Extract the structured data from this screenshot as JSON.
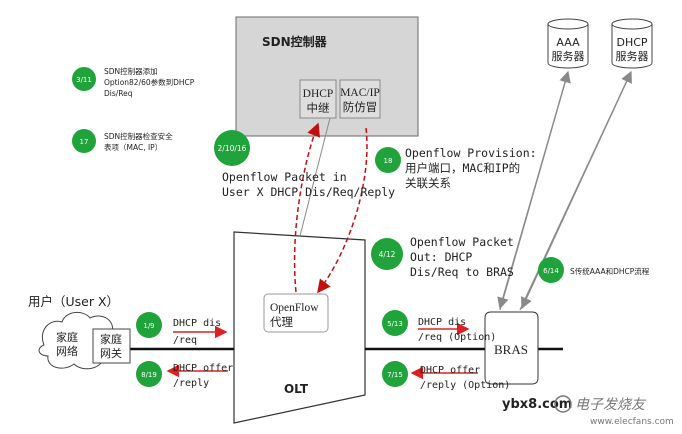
{
  "sdn_controller": {
    "title": "SDN控制器",
    "dhcp_relay": [
      "DHCP",
      "中继"
    ],
    "mac_ip_guard": [
      "MAC/IP",
      "防仿冒"
    ]
  },
  "servers": {
    "aaa": [
      "AAA",
      "服务器"
    ],
    "dhcp": [
      "DHCP",
      "服务器"
    ]
  },
  "steps": {
    "s3_11": {
      "badge": "3/11",
      "text": [
        "SDN控制器添加",
        "Option82/60参数到DHCP",
        "Dis/Req"
      ]
    },
    "s17": {
      "badge": "17",
      "text": [
        "SDN控制器检查安全",
        "表项（MAC, IP）"
      ]
    },
    "s2_10_16": {
      "badge": "2/10/16",
      "text": [
        "Openflow Packet in",
        "User X DHCP Dis/Req/Reply"
      ]
    },
    "s18": {
      "badge": "18",
      "text": [
        "Openflow Provision:",
        "用户端口，MAC和IP的",
        "关联关系"
      ]
    },
    "s4_12": {
      "badge": "4/12",
      "text": [
        "Openflow Packet",
        "Out: DHCP",
        "Dis/Req to BRAS"
      ]
    },
    "s6_14": {
      "badge": "6/14",
      "text": "S传统AAA和DHCP流程"
    },
    "s1_9": {
      "badge": "1/9",
      "text": [
        "DHCP dis",
        "/req"
      ]
    },
    "s8_19": {
      "badge": "8/19",
      "text": [
        "DHCP offer",
        "/reply"
      ]
    },
    "s5_13": {
      "badge": "5/13",
      "text": [
        "DHCP dis",
        "/req  (Option)"
      ]
    },
    "s7_15": {
      "badge": "7/15",
      "text": [
        "DHCP offer",
        "/reply (Option)"
      ]
    }
  },
  "user": {
    "label": "用户（User X）",
    "home_network": [
      "家庭",
      "网络"
    ],
    "home_gateway": [
      "家庭",
      "网关"
    ]
  },
  "olt": {
    "label": "OLT",
    "openflow_agent": [
      "OpenFlow",
      "代理"
    ]
  },
  "bras": {
    "label": "BRAS"
  },
  "watermark": {
    "site": "ybx8.com",
    "logo_text": "电子发烧友",
    "url": "www.elecfans.com"
  },
  "colors": {
    "badge_green": "#1fa33a",
    "arrow_red": "#e02020",
    "controller_gray": "#d6d6d6",
    "arrow_gray": "#8a8a8a"
  }
}
